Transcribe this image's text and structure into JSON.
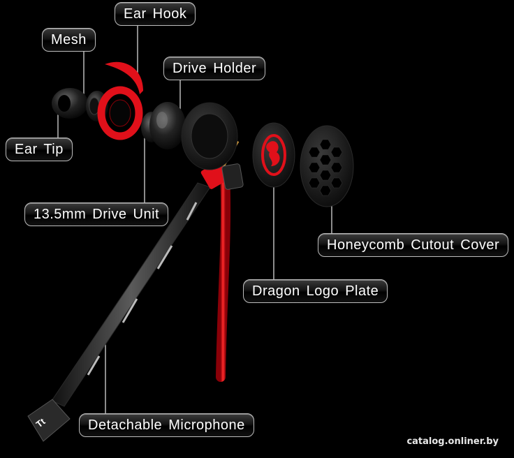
{
  "labels": {
    "ear_hook": "Ear Hook",
    "mesh": "Mesh",
    "drive_holder": "Drive Holder",
    "ear_tip": "Ear Tip",
    "drive_unit": "13.5mm Drive Unit",
    "honeycomb_cover": "Honeycomb Cutout Cover",
    "dragon_plate": "Dragon Logo Plate",
    "microphone": "Detachable Microphone"
  },
  "watermark": "catalog.onliner.by",
  "colors": {
    "accent_red": "#e0101a",
    "background": "#000000",
    "label_border": "#bdbdbd"
  }
}
